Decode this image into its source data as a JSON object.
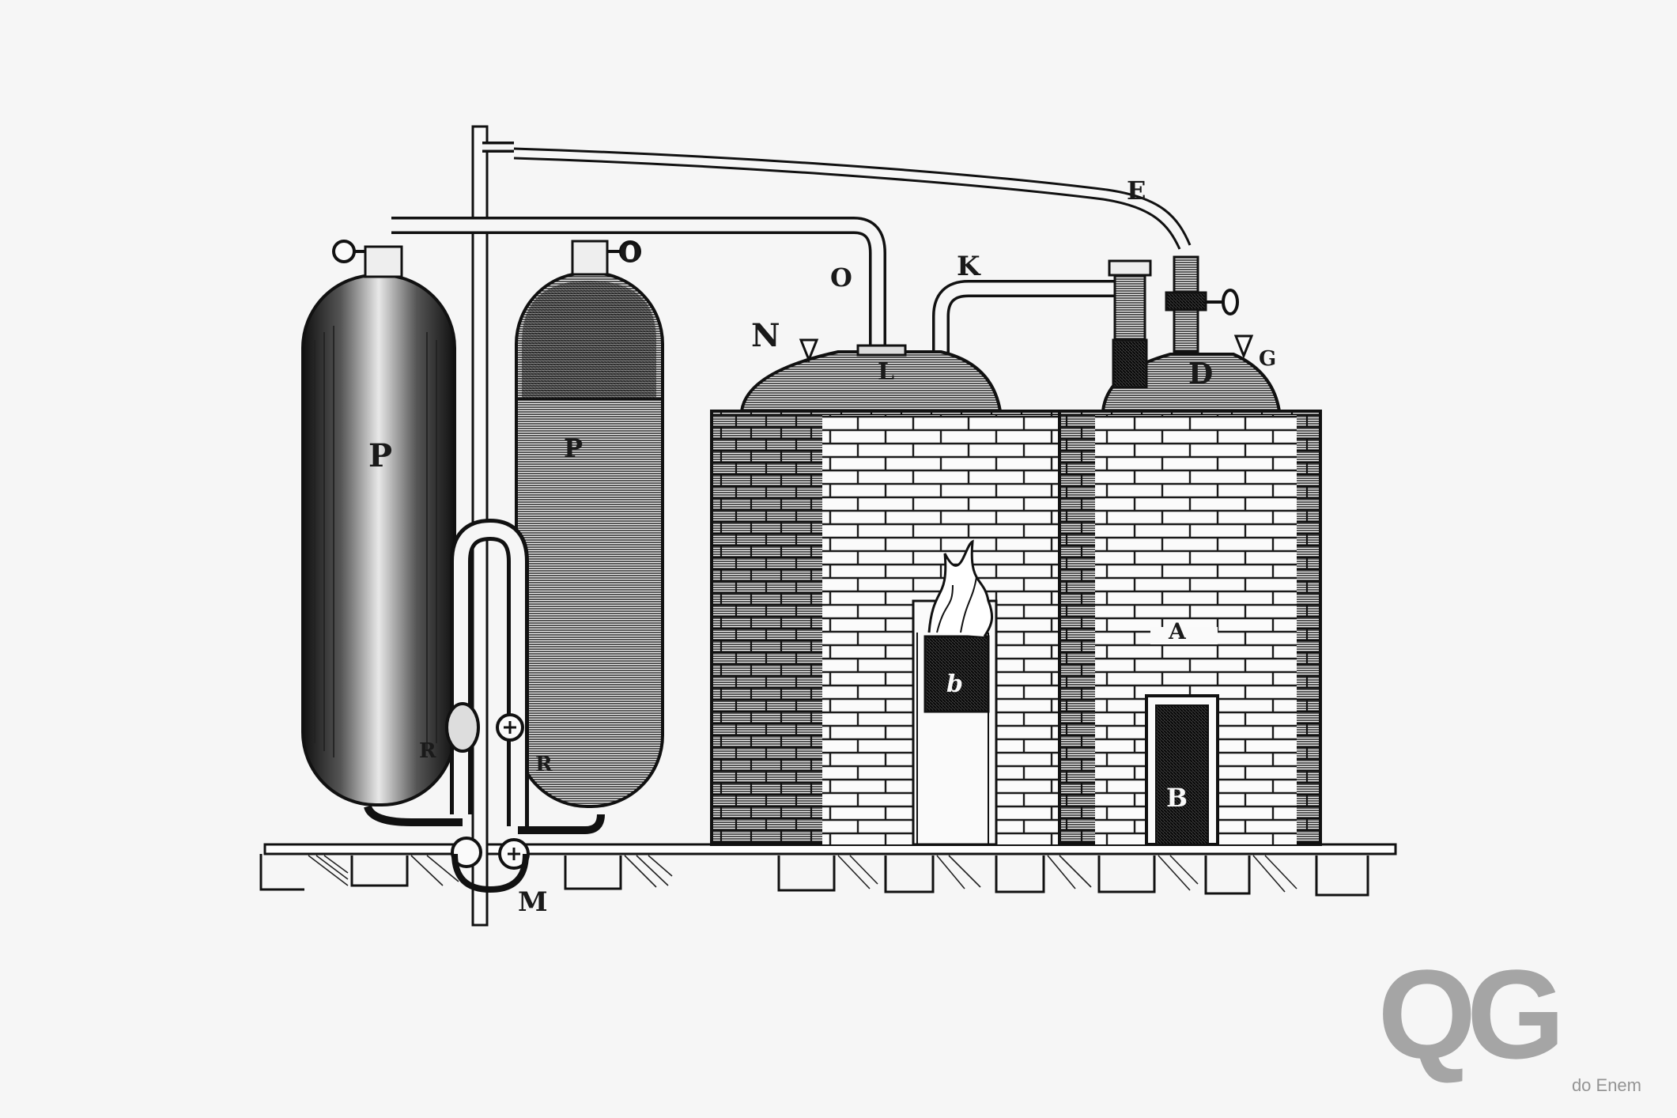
{
  "labels": {
    "P1": "P",
    "P2": "P",
    "R1": "R",
    "R2": "R",
    "M": "M",
    "O1": "O",
    "O2": "O",
    "O3": "O",
    "O4": "O",
    "E": "E",
    "K": "K",
    "N": "N",
    "L": "L",
    "D": "D",
    "G": "G",
    "A": "A",
    "B": "B",
    "b": "b"
  },
  "watermark": {
    "logo": "QG",
    "caption": "do Enem"
  },
  "colors": {
    "ink": "#151515",
    "paper": "#f6f6f6",
    "watermark": "#8a8a8a"
  }
}
